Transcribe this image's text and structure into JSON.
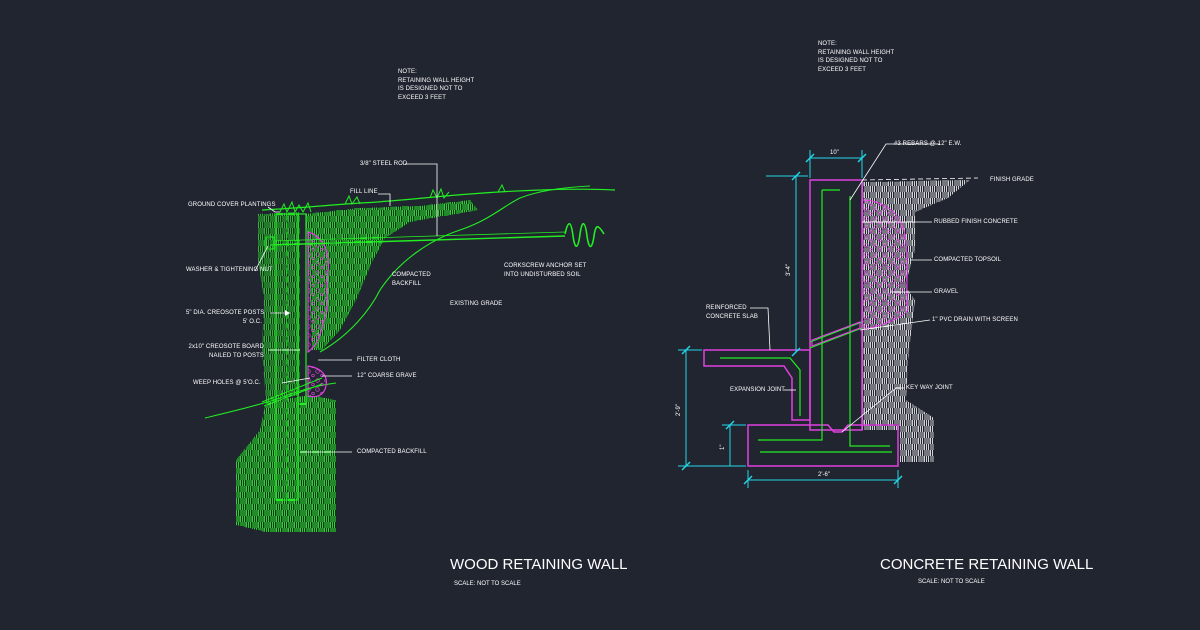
{
  "wood": {
    "note": [
      "NOTE:",
      "RETAINING WALL HEIGHT",
      "IS DESIGNED NOT TO",
      "EXCEED 3 FEET"
    ],
    "labels": {
      "steel_rod": "3/8\" STEEL ROD",
      "fill_line": "FILL LINE",
      "ground_cover": "GROUND COVER PLANTINGS",
      "washer": "WASHER & TIGHTENING NUT",
      "compacted_backfill_1": [
        "COMPACTED",
        "BACKFILL"
      ],
      "corkscrew": [
        "CORKSCREW ANCHOR SET",
        "INTO UNDISTURBED SOIL"
      ],
      "existing_grade": "EXISTING GRADE",
      "creosote_posts": [
        "5\" DIA. CREOSOTE POSTS",
        "5' O.C."
      ],
      "creosote_board": [
        "2x10\" CREOSOTE BOARD",
        "NAILED TO POSTS"
      ],
      "filter_cloth": "FILTER CLOTH",
      "weep_holes": "WEEP HOLES @ 5'O.C.",
      "coarse_gravel": "12\" COARSE GRAVE",
      "compacted_backfill_2": "COMPACTED BACKFILL"
    },
    "title": "WOOD RETAINING WALL",
    "scale": "SCALE:   NOT TO SCALE"
  },
  "concrete": {
    "note": [
      "NOTE:",
      "RETAINING WALL HEIGHT",
      "IS DESIGNED NOT TO",
      "EXCEED 3 FEET"
    ],
    "labels": {
      "rebars": "#3 REBARS @ 12\" E.W.",
      "finish_grade": "FINISH GRADE",
      "rubbed": "RUBBED FINISH CONCRETE",
      "topsoil": "COMPACTED TOPSOIL",
      "gravel": "GRAVEL",
      "pvc_drain": "1\" PVC DRAIN WITH SCREEN",
      "reinforced_slab": [
        "REINFORCED",
        "CONCRETE SLAB"
      ],
      "expansion_joint": "EXPANSION JOINT",
      "keyway_joint": "KEY WAY JOINT"
    },
    "dims": {
      "top_width": "10\"",
      "wall_height": "3'-4\"",
      "overall_height": "2'-9\"",
      "footing_thickness": "1\"",
      "footing_width": "2'-6\""
    },
    "title": "CONCRETE RETAINING WALL",
    "scale": "SCALE:   NOT TO SCALE"
  },
  "colors": {
    "background": "#212530",
    "green": "#22ee22",
    "magenta": "#e040e0",
    "cyan": "#22d8e8",
    "white": "#ffffff"
  }
}
